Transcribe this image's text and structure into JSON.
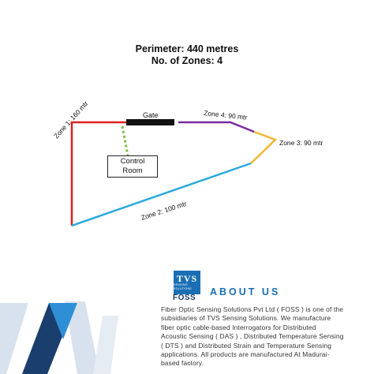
{
  "header": {
    "perimeter": "Perimeter: 440 metres",
    "zones": "No. of Zones: 4"
  },
  "diagram": {
    "gate_label": "Gate",
    "control_room_line1": "Control",
    "control_room_line2": "Room",
    "zones": [
      {
        "label": "Zone 1: 160 mtr",
        "color": "#e02020"
      },
      {
        "label": "Zone 2: 100 mtr",
        "color": "#2ba8e0"
      },
      {
        "label": "Zone 3: 90 mtr",
        "color": "#f2b632"
      },
      {
        "label": "Zone 4: 90 mtr",
        "color": "#7a2aa0"
      }
    ],
    "gate_color": "#111111",
    "link_color": "#7cc242"
  },
  "footer": {
    "logo_text": "TVS",
    "logo_subtext": "SENSING SOLUTIONS",
    "brand": "FOSS",
    "about_title": "ABOUT US",
    "about_lines": [
      "Fiber Optic Sensing Solutions Pvt Ltd ( FOSS ) is one of the",
      "subsidiaries of TVS Sensing Solutions. We manufacture",
      "fiber optic cable-based Interrogators for Distributed",
      "Acoustic Sensing ( DAS ) , Distributed Temperature Sensing",
      "( DTS ) and Distributed Strain and Temperature Sensing",
      "applications. All products are manufactured At Madurai-",
      "based factory."
    ],
    "accent_dark": "#1a3e6e",
    "accent_blue": "#1a6fb4",
    "accent_light": "#d8e2ee"
  }
}
